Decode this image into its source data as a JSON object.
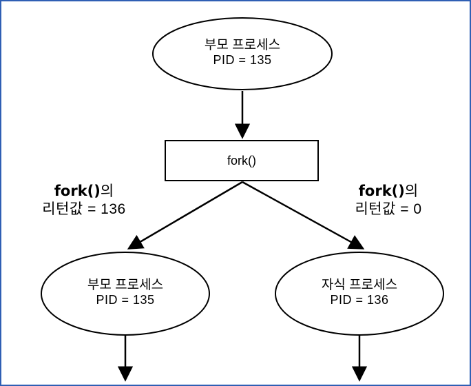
{
  "diagram": {
    "title": "fork() process diagram",
    "border_color": "#2f5fb4",
    "stroke_color": "#000000",
    "nodes": {
      "parent_top": {
        "shape": "ellipse",
        "line1": "부모 프로세스",
        "line2": "PID = 135"
      },
      "fork_box": {
        "shape": "rectangle",
        "label": "fork()"
      },
      "parent_bottom": {
        "shape": "ellipse",
        "line1": "부모 프로세스",
        "line2": "PID = 135"
      },
      "child_bottom": {
        "shape": "ellipse",
        "line1": "자식 프로세스",
        "line2": "PID = 136"
      }
    },
    "annotations": {
      "left": {
        "fn": "fork()",
        "suffix": "의",
        "line2": "리턴값 = 136"
      },
      "right": {
        "fn": "fork()",
        "suffix": "의",
        "line2": "리턴값 = 0"
      }
    }
  }
}
